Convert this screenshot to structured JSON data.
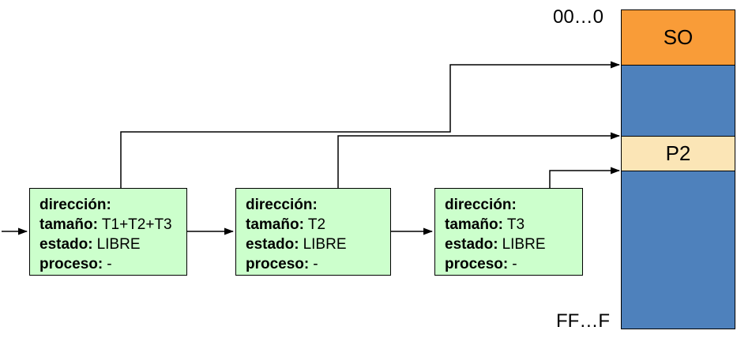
{
  "nodes": [
    {
      "lines": [
        {
          "label": "dirección:",
          "value": ""
        },
        {
          "label": "tamaño:",
          "value": "T1+T2+T3"
        },
        {
          "label": "estado:",
          "value": "LIBRE"
        },
        {
          "label": "proceso:",
          "value": "-"
        }
      ]
    },
    {
      "lines": [
        {
          "label": "dirección:",
          "value": ""
        },
        {
          "label": "tamaño:",
          "value": "T2"
        },
        {
          "label": "estado:",
          "value": "LIBRE"
        },
        {
          "label": "proceso:",
          "value": "-"
        }
      ]
    },
    {
      "lines": [
        {
          "label": "dirección:",
          "value": ""
        },
        {
          "label": "tamaño:",
          "value": "T3"
        },
        {
          "label": "estado:",
          "value": "LIBRE"
        },
        {
          "label": "proceso:",
          "value": "-"
        }
      ]
    }
  ],
  "memory_map": {
    "address_top": "00…0",
    "address_bottom": "FF…F",
    "segments": [
      {
        "label": "SO",
        "color": "#F99C38",
        "height": 70
      },
      {
        "label": "",
        "color": "#4E81BC",
        "height": 90
      },
      {
        "label": "P2",
        "color": "#FBE5B6",
        "height": 44
      },
      {
        "label": "",
        "color": "#4E81BC",
        "height": 199
      }
    ]
  },
  "colors": {
    "node_fill": "#CCFFCC",
    "line": "#000000"
  }
}
